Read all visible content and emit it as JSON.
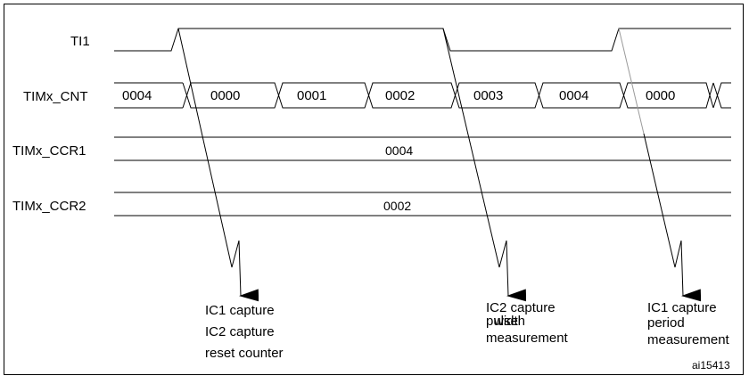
{
  "signals": {
    "ti1": "TI1",
    "cnt": "TIMx_CNT",
    "ccr1": "TIMx_CCR1",
    "ccr2": "TIMx_CCR2"
  },
  "counter_values": [
    "0004",
    "0000",
    "0001",
    "0002",
    "0003",
    "0004",
    "0000"
  ],
  "register_values": {
    "ccr1": "0004",
    "ccr2": "0002"
  },
  "annotations": {
    "first": [
      "IC1 capture",
      "IC2 capture",
      "reset counter"
    ],
    "second_line1": "IC2 capture",
    "second_overlap_a": "pulse",
    "second_overlap_b": "width",
    "second_line3": "measurement",
    "third": [
      "IC1 capture",
      "period",
      "measurement"
    ]
  },
  "figure_ref": "ai15413"
}
